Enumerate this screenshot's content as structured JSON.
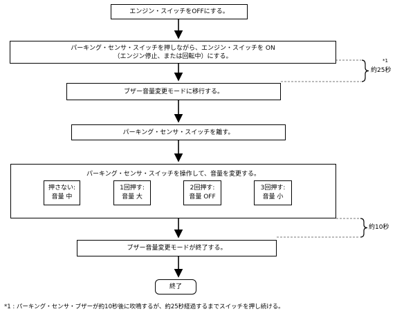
{
  "steps": {
    "step1": "エンジン・スイッチをOFFにする。",
    "step2_line1": "パーキング・センサ・スイッチを押しながら、エンジン・スイッチを ON",
    "step2_line2": "（エンジン停止、または回転中）にする。",
    "step3": "ブザー音量変更モードに移行する。",
    "step4": "パーキング・センサ・スイッチを離す。",
    "step5": "パーキング・センサ・スイッチを操作して、音量を変更する。",
    "step6": "ブザー音量変更モードが終了する。",
    "end": "終了"
  },
  "options": [
    {
      "line1": "押さない:",
      "line2": "音量 中"
    },
    {
      "line1": "1回押す:",
      "line2": "音量 大"
    },
    {
      "line1": "2回押す:",
      "line2": "音量 OFF"
    },
    {
      "line1": "3回押す:",
      "line2": "音量 小"
    }
  ],
  "timing": {
    "t1": "約25秒",
    "t1_mark": "*1",
    "t2": "約10秒"
  },
  "footnote": "*1 : パーキング・センサ・ブザーが約10秒後に吹鳴するが、約25秒経過するまでスイッチを押し続ける。"
}
